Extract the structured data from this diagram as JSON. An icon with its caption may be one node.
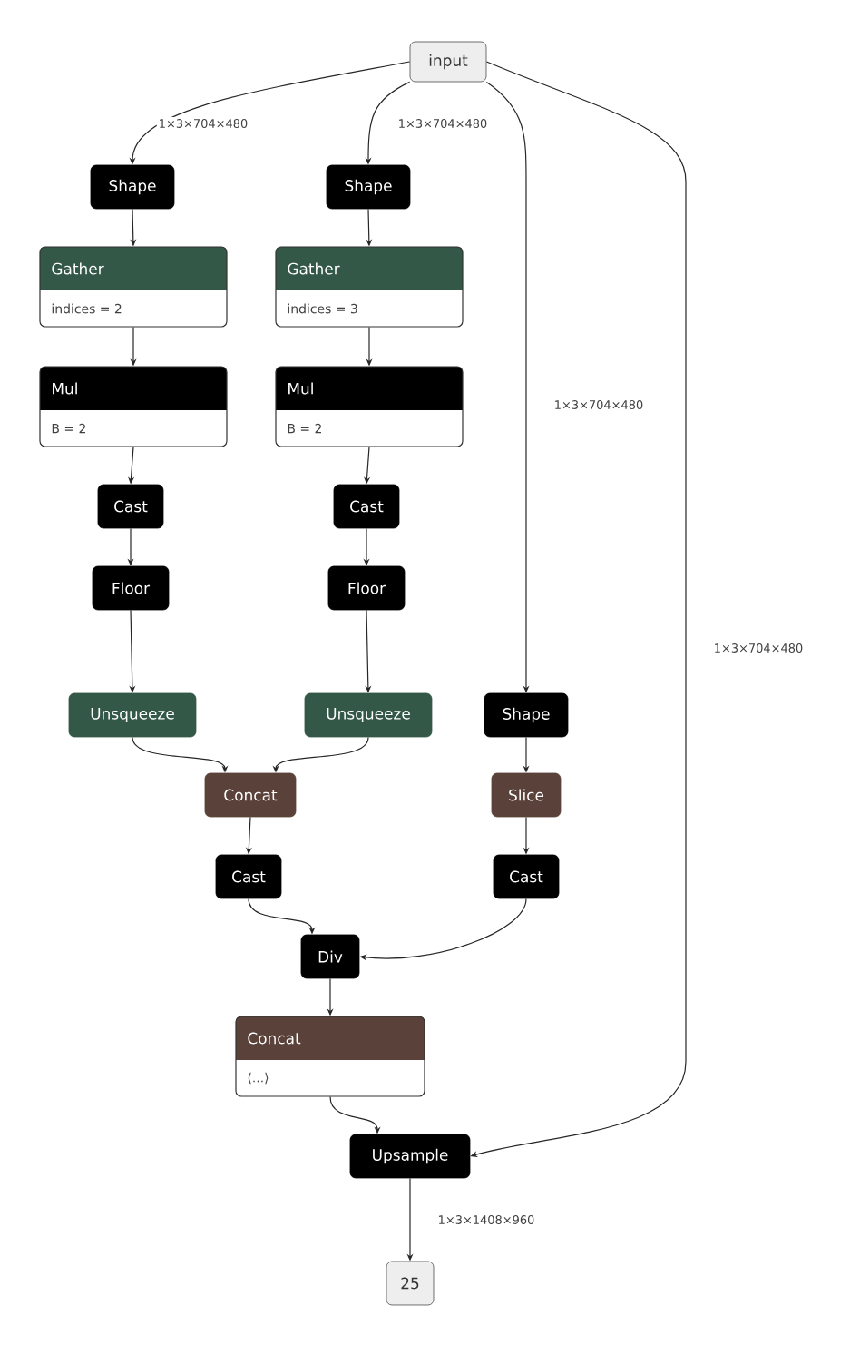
{
  "diagram": {
    "nodes": [
      {
        "text": [
          "input"
        ]
      },
      {
        "text": [
          "Shape"
        ]
      },
      {
        "text": [
          "Shape"
        ]
      },
      {
        "text": [
          "Gather",
          "indices = 2"
        ]
      },
      {
        "text": [
          "Gather",
          "indices = 3"
        ]
      },
      {
        "text": [
          "Mul",
          "B = 2"
        ]
      },
      {
        "text": [
          "Mul",
          "B = 2"
        ]
      },
      {
        "text": [
          "Cast"
        ]
      },
      {
        "text": [
          "Cast"
        ]
      },
      {
        "text": [
          "Floor"
        ]
      },
      {
        "text": [
          "Floor"
        ]
      },
      {
        "text": [
          "Unsqueeze"
        ]
      },
      {
        "text": [
          "Unsqueeze"
        ]
      },
      {
        "text": [
          "Shape"
        ]
      },
      {
        "text": [
          "Concat"
        ]
      },
      {
        "text": [
          "Slice"
        ]
      },
      {
        "text": [
          "Cast"
        ]
      },
      {
        "text": [
          "Cast"
        ]
      },
      {
        "text": [
          "Div"
        ]
      },
      {
        "text": [
          "Concat",
          "⟨...⟩"
        ]
      },
      {
        "text": [
          "Upsample"
        ]
      },
      {
        "text": [
          "25"
        ]
      }
    ],
    "edges": [
      {
        "from": 0,
        "to": 1,
        "arrow": "to",
        "label": "1×3×704×480"
      },
      {
        "from": 0,
        "to": 2,
        "arrow": "to",
        "label": "1×3×704×480"
      },
      {
        "from": 0,
        "to": 13,
        "arrow": "to",
        "label": "1×3×704×480"
      },
      {
        "from": 0,
        "to": 20,
        "arrow": "to",
        "label": "1×3×704×480"
      },
      {
        "from": 1,
        "to": 3,
        "arrow": "to"
      },
      {
        "from": 3,
        "to": 5,
        "arrow": "to"
      },
      {
        "from": 5,
        "to": 7,
        "arrow": "to"
      },
      {
        "from": 7,
        "to": 9,
        "arrow": "to"
      },
      {
        "from": 9,
        "to": 11,
        "arrow": "to"
      },
      {
        "from": 2,
        "to": 4,
        "arrow": "to"
      },
      {
        "from": 4,
        "to": 6,
        "arrow": "to"
      },
      {
        "from": 6,
        "to": 8,
        "arrow": "to"
      },
      {
        "from": 8,
        "to": 10,
        "arrow": "to"
      },
      {
        "from": 10,
        "to": 12,
        "arrow": "to"
      },
      {
        "from": 11,
        "to": 14,
        "arrow": "to"
      },
      {
        "from": 12,
        "to": 14,
        "arrow": "to"
      },
      {
        "from": 13,
        "to": 15,
        "arrow": "to"
      },
      {
        "from": 14,
        "to": 16,
        "arrow": "to"
      },
      {
        "from": 15,
        "to": 17,
        "arrow": "to"
      },
      {
        "from": 16,
        "to": 18,
        "arrow": "to"
      },
      {
        "from": 17,
        "to": 18,
        "arrow": "to"
      },
      {
        "from": 18,
        "to": 19,
        "arrow": "to"
      },
      {
        "from": 19,
        "to": 20,
        "arrow": "to"
      },
      {
        "from": 20,
        "to": 21,
        "arrow": "to",
        "label": "1×3×1408×960"
      }
    ]
  }
}
